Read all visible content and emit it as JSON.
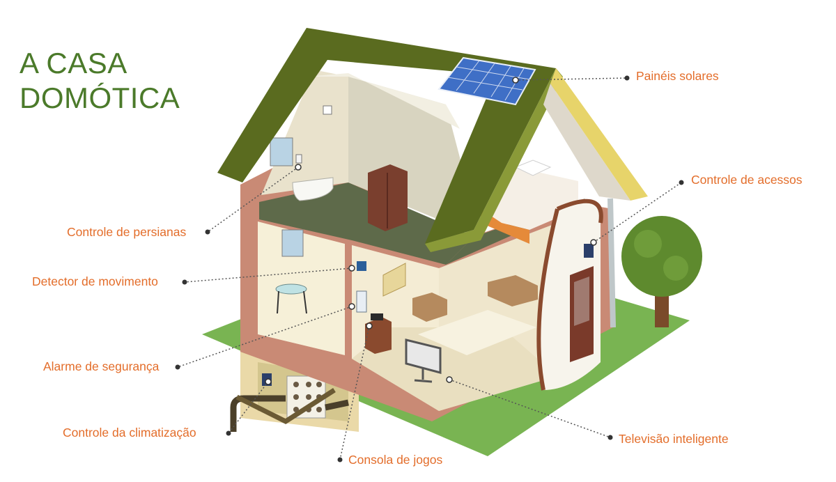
{
  "title": {
    "line1": "A CASA",
    "line2": "DOMÓTICA"
  },
  "colors": {
    "title": "#4b7a2a",
    "label": "#e36d2a",
    "roof": "#5a6b1f",
    "grass": "#79b452",
    "wall_trim": "#c98a75",
    "leader": "#555555"
  },
  "labels": [
    {
      "id": "solar",
      "text": "Painéis solares"
    },
    {
      "id": "access",
      "text": "Controle de acessos"
    },
    {
      "id": "blinds",
      "text": "Controle de persianas"
    },
    {
      "id": "motion",
      "text": "Detector de movimento"
    },
    {
      "id": "alarm",
      "text": "Alarme de segurança"
    },
    {
      "id": "climate",
      "text": "Controle da climatização"
    },
    {
      "id": "console",
      "text": "Consola de jogos"
    },
    {
      "id": "tv",
      "text": "Televisão inteligente"
    }
  ]
}
